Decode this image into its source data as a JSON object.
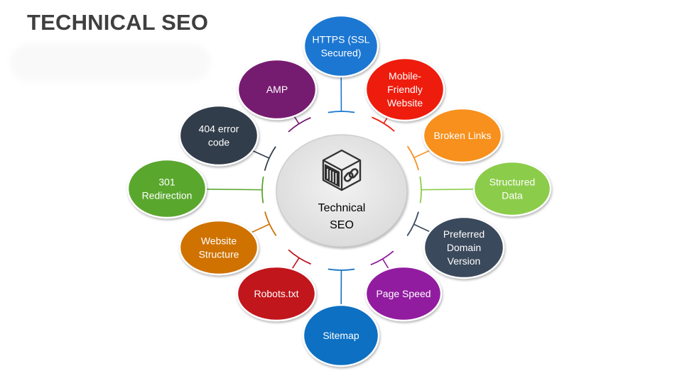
{
  "title": "TECHNICAL SEO",
  "center": {
    "label_lines": [
      "Technical",
      "SEO"
    ],
    "icon": "server-link-cube-icon"
  },
  "nodes": [
    {
      "id": "https",
      "lines": [
        "HTTPS (SSL",
        "Secured)"
      ],
      "color": "#1a77d2"
    },
    {
      "id": "mobile-friendly",
      "lines": [
        "Mobile-",
        "Friendly",
        "Website"
      ],
      "color": "#ee1d10"
    },
    {
      "id": "broken-links",
      "lines": [
        "Broken Links"
      ],
      "color": "#f7901e"
    },
    {
      "id": "structured-data",
      "lines": [
        "Structured",
        "Data"
      ],
      "color": "#8ccc4b"
    },
    {
      "id": "preferred-domain",
      "lines": [
        "Preferred",
        "Domain",
        "Version"
      ],
      "color": "#3b4a5c"
    },
    {
      "id": "page-speed",
      "lines": [
        "Page Speed"
      ],
      "color": "#921ea0"
    },
    {
      "id": "sitemap",
      "lines": [
        "Sitemap"
      ],
      "color": "#1170c2"
    },
    {
      "id": "robots",
      "lines": [
        "Robots.txt"
      ],
      "color": "#c1121e"
    },
    {
      "id": "website-structure",
      "lines": [
        "Website",
        "Structure"
      ],
      "color": "#cf7205"
    },
    {
      "id": "redirection",
      "lines": [
        "301",
        "Redirection"
      ],
      "color": "#5aa72e"
    },
    {
      "id": "error-404",
      "lines": [
        "404 error",
        "code"
      ],
      "color": "#323e4c"
    },
    {
      "id": "amp",
      "lines": [
        "AMP"
      ],
      "color": "#761a70"
    }
  ]
}
